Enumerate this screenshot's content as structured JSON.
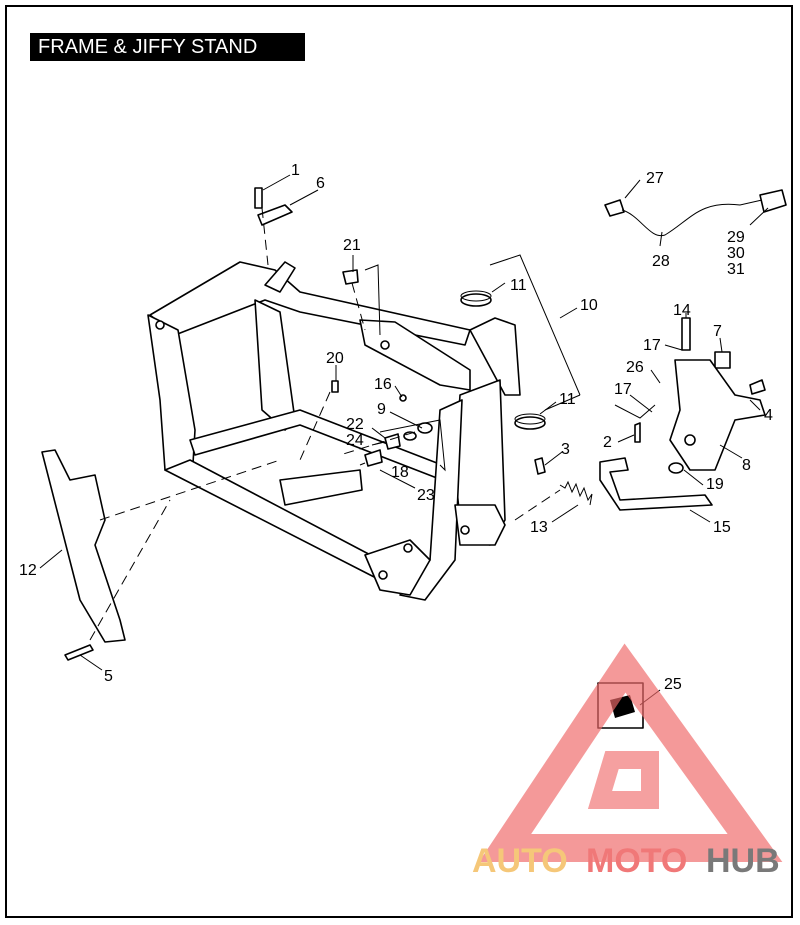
{
  "title": "FRAME & JIFFY STAND",
  "callouts": [
    "1",
    "6",
    "21",
    "11",
    "10",
    "14",
    "7",
    "17",
    "26",
    "17",
    "4",
    "2",
    "8",
    "19",
    "15",
    "13",
    "3",
    "11",
    "9",
    "16",
    "20",
    "22",
    "24",
    "18",
    "23",
    "12",
    "5",
    "25",
    "27",
    "28",
    "29",
    "30",
    "31"
  ],
  "watermark": {
    "parts": [
      "AUTO",
      "MOTO",
      "HUB"
    ],
    "colors": {
      "auto": "#f5c26b",
      "moto": "#ef6a6a",
      "hub": "#6b6b6b",
      "triangle": "#ef6a6a"
    }
  }
}
